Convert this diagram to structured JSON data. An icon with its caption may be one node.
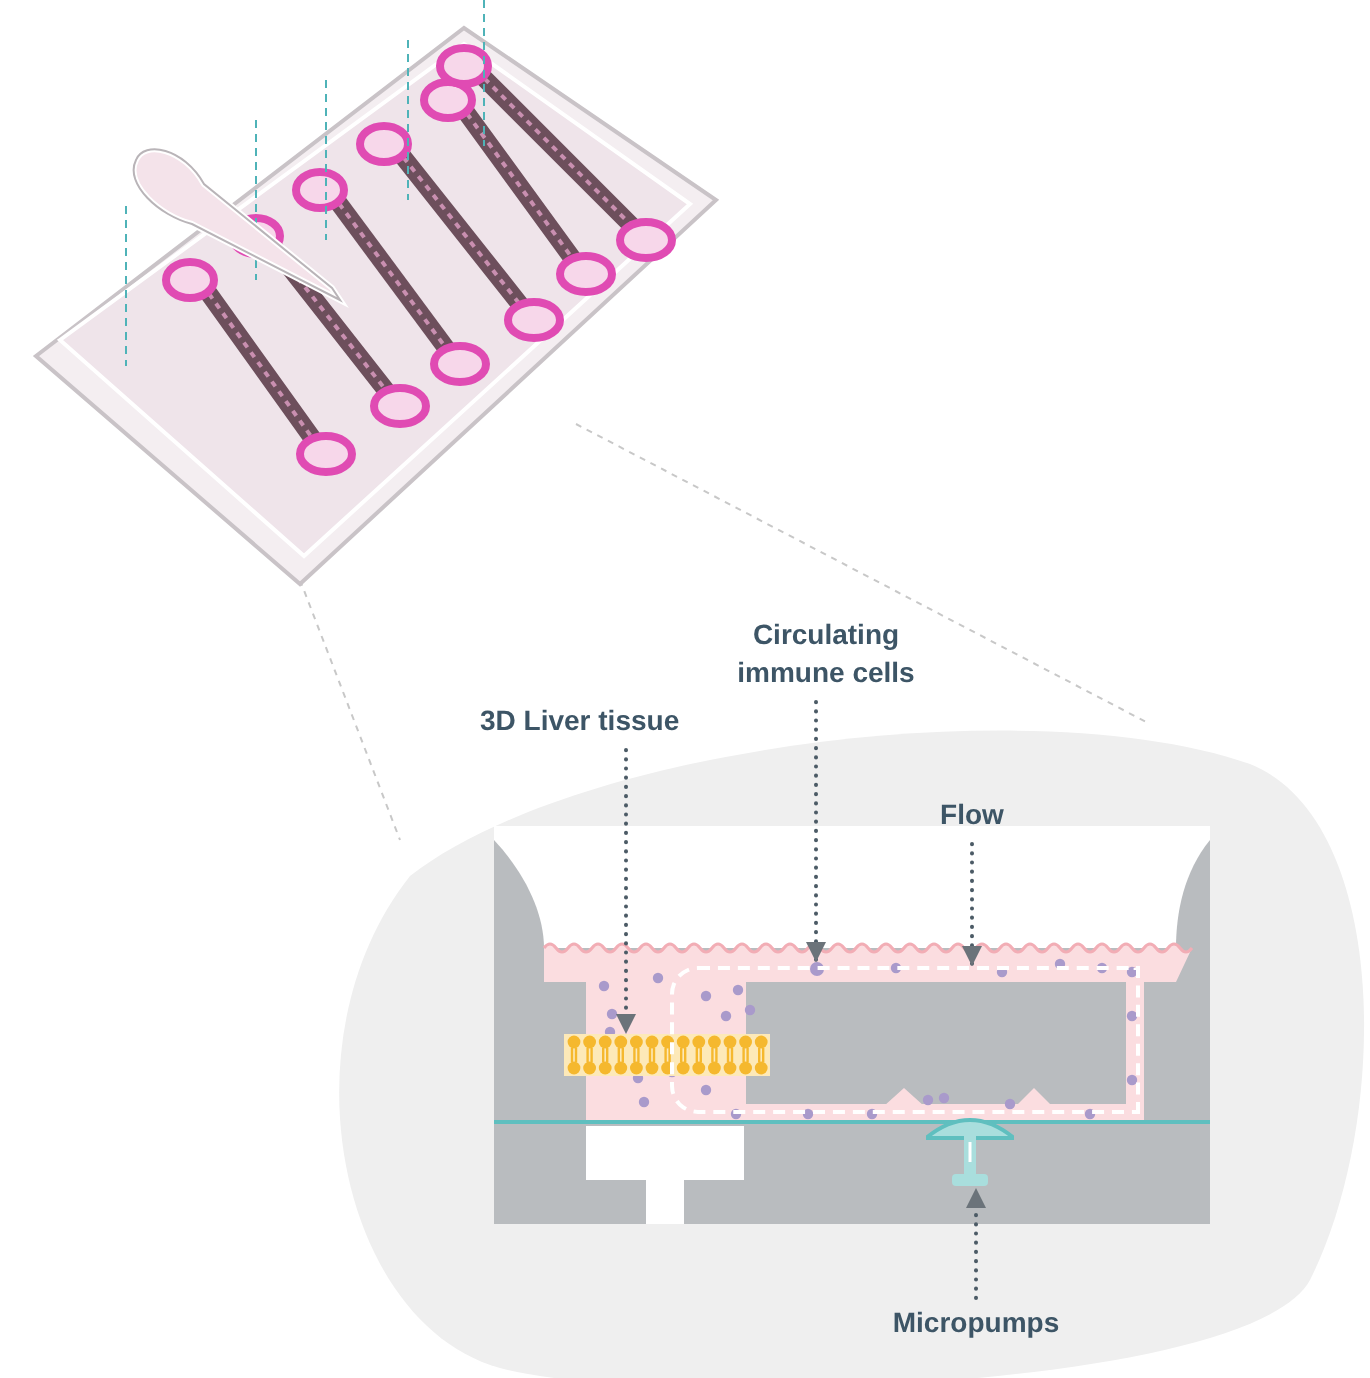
{
  "diagram": {
    "nodes": [
      {
        "text": [
          "Circulating immune cells"
        ]
      },
      {
        "text": [
          "3D Liver tissue"
        ]
      },
      {
        "text": [
          "Flow"
        ]
      },
      {
        "text": [
          "Micropumps"
        ]
      },
      {
        "text": [],
        "shape": "picture"
      },
      {
        "text": [],
        "shape": "circle"
      },
      {
        "text": [],
        "shape": "box"
      },
      {
        "text": [],
        "shape": "picture"
      }
    ],
    "edges": [
      {
        "from": 0,
        "to": 5,
        "arrow": "to",
        "style": "dashed"
      },
      {
        "from": 1,
        "to": 4,
        "arrow": "to",
        "style": "dashed"
      },
      {
        "from": 2,
        "to": 6,
        "arrow": "to",
        "style": "dashed"
      },
      {
        "from": 3,
        "to": 7,
        "arrow": "to",
        "style": "dashed"
      }
    ]
  }
}
